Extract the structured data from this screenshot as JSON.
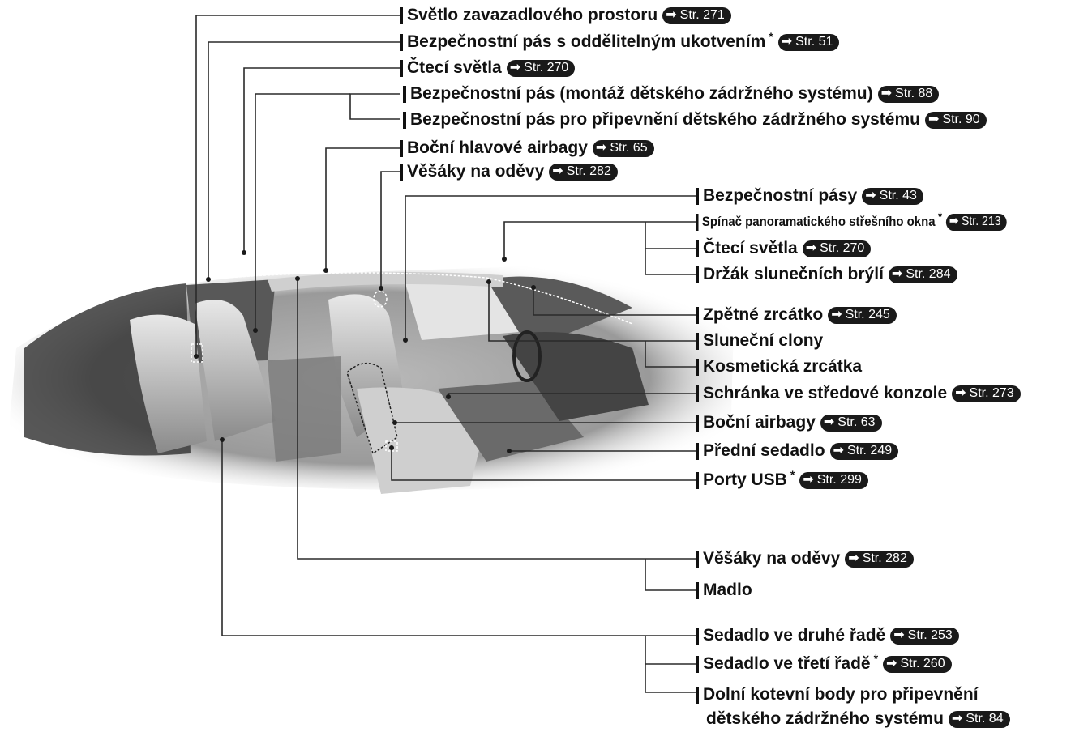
{
  "ref_prefix": "Str.",
  "colors": {
    "line": "#2a2a2a",
    "badge": "#1a1a1a",
    "text": "#111111"
  },
  "labels": [
    {
      "id": "svetlo-zavazadloveho-prostoru",
      "text": "Světlo zavazadlového prostoru",
      "ref": "271",
      "star": ""
    },
    {
      "id": "bezpecnostni-pas-odnimatelny",
      "text": "Bezpečnostní pás s oddělitelným ukotvením",
      "ref": "51",
      "star": "*"
    },
    {
      "id": "cteci-svetla-zadni",
      "text": "Čtecí světla",
      "ref": "270",
      "star": ""
    },
    {
      "id": "bezpecnostni-pas-montaz",
      "text": "Bezpečnostní pás (montáž dětského zádržného systému)",
      "ref": "88",
      "star": ""
    },
    {
      "id": "bezpecnostni-pas-pripevneni",
      "text": "Bezpečnostní pás pro připevnění dětského zádržného systému",
      "ref": "90",
      "star": ""
    },
    {
      "id": "bocni-hlavove-airbagy",
      "text": "Boční hlavové airbagy",
      "ref": "65",
      "star": ""
    },
    {
      "id": "vesaky-na-odevy-horni",
      "text": "Věšáky na oděvy",
      "ref": "282",
      "star": ""
    },
    {
      "id": "bezpecnostni-pasy",
      "text": "Bezpečnostní pásy",
      "ref": "43",
      "star": ""
    },
    {
      "id": "spinac-stresniho-okna",
      "text": "Spínač panoramatického střešního okna",
      "ref": "213",
      "star": "*"
    },
    {
      "id": "cteci-svetla-predni",
      "text": "Čtecí světla",
      "ref": "270",
      "star": ""
    },
    {
      "id": "drzak-brysli",
      "text": "Držák slunečních brýlí",
      "ref": "284",
      "star": ""
    },
    {
      "id": "zpetne-zrcatko",
      "text": "Zpětné zrcátko",
      "ref": "245",
      "star": ""
    },
    {
      "id": "slunecni-clony",
      "text": "Sluneční clony",
      "ref": "",
      "star": ""
    },
    {
      "id": "kosmeticka-zrcatka",
      "text": "Kosmetická zrcátka",
      "ref": "",
      "star": ""
    },
    {
      "id": "schranka-konzole",
      "text": "Schránka ve středové konzole",
      "ref": "273",
      "star": ""
    },
    {
      "id": "bocni-airbagy",
      "text": "Boční airbagy",
      "ref": "63",
      "star": ""
    },
    {
      "id": "predni-sedadlo",
      "text": "Přední sedadlo",
      "ref": "249",
      "star": ""
    },
    {
      "id": "porty-usb",
      "text": "Porty USB",
      "ref": "299",
      "star": "*"
    },
    {
      "id": "vesaky-na-odevy-dolni",
      "text": "Věšáky na oděvy",
      "ref": "282",
      "star": ""
    },
    {
      "id": "madlo",
      "text": "Madlo",
      "ref": "",
      "star": ""
    },
    {
      "id": "sedadlo-druha-rada",
      "text": "Sedadlo ve druhé řadě",
      "ref": "253",
      "star": ""
    },
    {
      "id": "sedadlo-treti-rada",
      "text": "Sedadlo ve třetí řadě",
      "ref": "260",
      "star": "*"
    }
  ],
  "anchor_label": {
    "line1": "Dolní kotevní body pro připevnění",
    "line2": "dětského zádržného systému",
    "ref": "84"
  }
}
